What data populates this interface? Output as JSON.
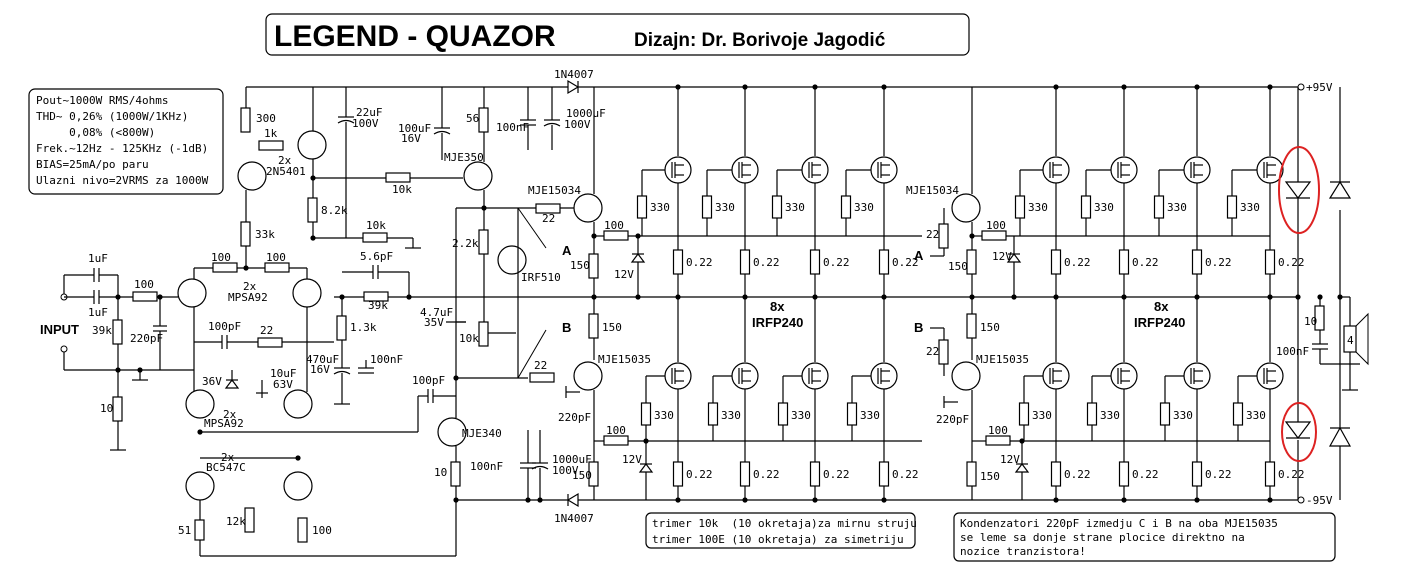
{
  "header": {
    "title": "LEGEND - QUAZOR",
    "designer": "Dizajn: Dr. Borivoje Jagodić"
  },
  "specs": [
    "Pout~1000W RMS/4ohms",
    "THD~ 0,26% (1000W/1KHz)",
    "     0,08% (<800W)",
    "Frek.~12Hz - 125KHz (-1dB)",
    "BIAS=25mA/po paru",
    "Ulazni nivo=2VRMS za 1000W"
  ],
  "rails": {
    "pos": "+95V",
    "neg": "-95V"
  },
  "input_label": "INPUT",
  "labels": {
    "r300": "300",
    "r1k": "1k",
    "q2n5401_count": "2x",
    "q2n5401": "2N5401",
    "c22u": "22uF",
    "c22u_v": "100V",
    "c100u": "100uF",
    "c100u_v": "16V",
    "r56": "56",
    "mje350": "MJE350",
    "c100n_top": "100nF",
    "d1n4007_top": "1N4007",
    "c1000u_top": "1000uF",
    "c1000u_top_v": "100V",
    "r10k_top": "10k",
    "r8_2k": "8.2k",
    "r10k_mid": "10k",
    "r33k": "33k",
    "c1u_a": "1uF",
    "c1u_b": "1uF",
    "r100_in": "100",
    "r39k_in": "39k",
    "c220p_in": "220pF",
    "r10_in": "10",
    "r100_a": "100",
    "r100_b": "100",
    "mpsa92_top_count": "2x",
    "mpsa92_top": "MPSA92",
    "c5_6p": "5.6pF",
    "r39k_fb": "39k",
    "c100p_mid": "100pF",
    "r22_mid": "22",
    "r1_3k": "1.3k",
    "c470u": "470uF",
    "c470u_v": "16V",
    "c100n_mid": "100nF",
    "z36v": "36V",
    "c10u": "10uF",
    "c10u_v": "63V",
    "mpsa92_bot_count": "2x",
    "mpsa92_bot": "MPSA92",
    "bc547_count": "2x",
    "bc547": "BC547C",
    "r51": "51",
    "r12k": "12k",
    "pot100": "100",
    "mje340": "MJE340",
    "c100p_low": "100pF",
    "r10_low": "10",
    "c100n_bot": "100nF",
    "c1000u_bot": "1000uF",
    "c1000u_bot_v": "100V",
    "d1n4007_bot": "1N4007",
    "r2_2k": "2.2k",
    "irf510": "IRF510",
    "c4_7u": "4.7uF",
    "c4_7u_v": "35V",
    "pot10k": "10k",
    "mje15034_l": "MJE15034",
    "mje15035_l": "MJE15035",
    "mje15034_r": "MJE15034",
    "mje15035_r": "MJE15035",
    "r22": "22",
    "r100": "100",
    "r150": "150",
    "z12v": "12V",
    "r330": "330",
    "r0_22": "0.22",
    "c220p": "220pF",
    "point_a": "A",
    "point_b": "B",
    "mosfet_count": "8x",
    "mosfet": "IRFP240",
    "r10_out": "10",
    "c100n_out": "100nF",
    "spk": "4"
  },
  "notes": {
    "trim_line1": "trimer 10k  (10 okretaja)za mirnu struju",
    "trim_line2": "trimer 100E (10 okretaja) za simetriju",
    "cap_line1": "Kondenzatori 220pF izmedju C i B na oba MJE15035",
    "cap_line2": "se leme sa donje strane plocice direktno na",
    "cap_line3": "nozice tranzistora!"
  },
  "colors": {
    "ink": "#000000",
    "highlight": "#d22222",
    "background": "#ffffff"
  }
}
